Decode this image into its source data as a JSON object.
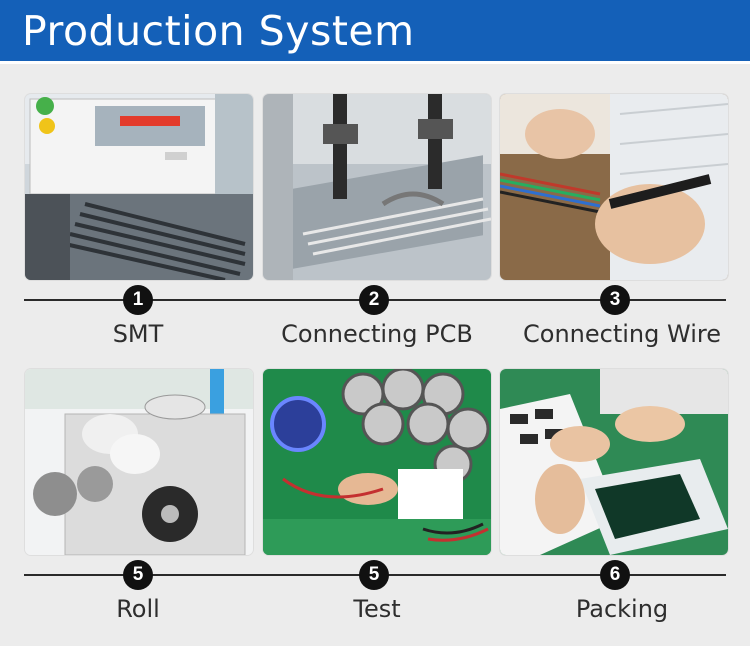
{
  "header": {
    "title": "Production System",
    "background_color": "#1460b8"
  },
  "steps": [
    {
      "number": "1",
      "label": "SMT",
      "image": "smt-machine-photo"
    },
    {
      "number": "2",
      "label": "Connecting PCB",
      "image": "soldering-station-photo"
    },
    {
      "number": "3",
      "label": "Connecting Wire",
      "image": "wire-soldering-photo"
    },
    {
      "number": "5",
      "label": "Roll",
      "image": "reel-winding-machine-photo"
    },
    {
      "number": "5",
      "label": "Test",
      "image": "led-strip-test-photo"
    },
    {
      "number": "6",
      "label": "Packing",
      "image": "packaging-photo"
    }
  ]
}
